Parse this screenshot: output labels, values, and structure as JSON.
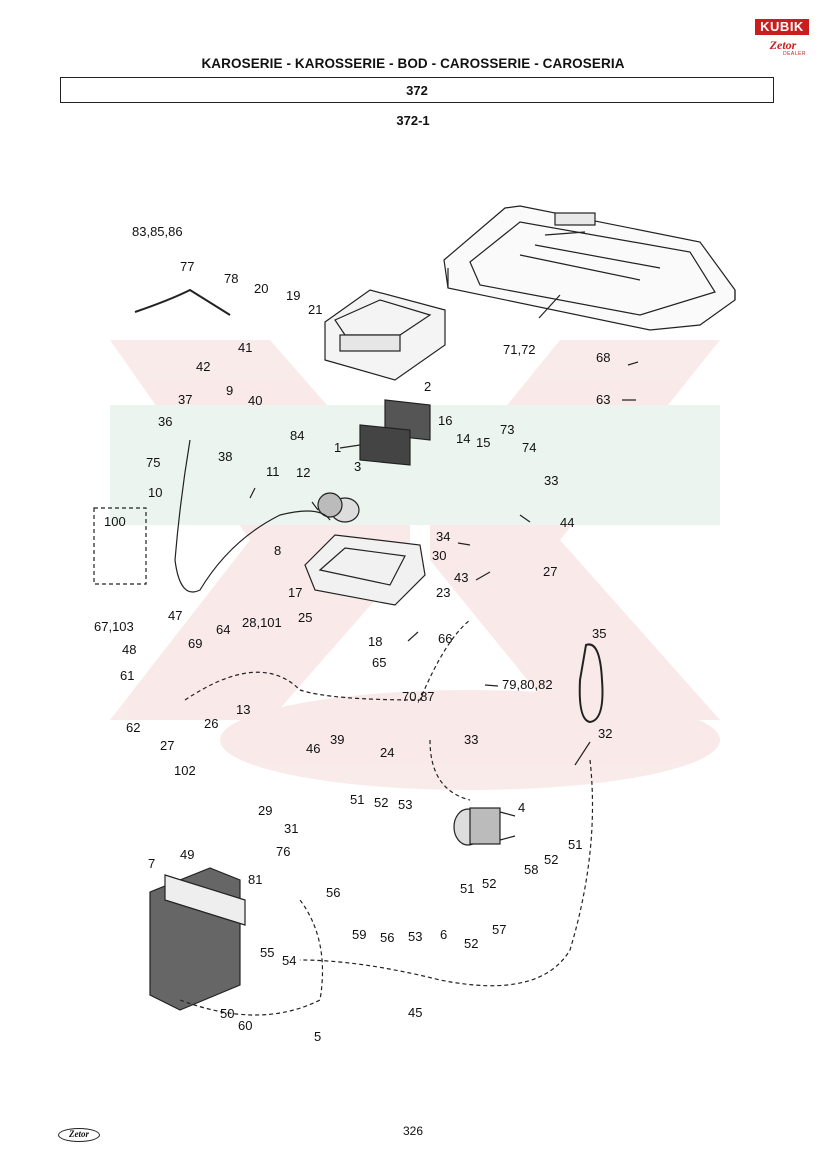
{
  "header": {
    "title": "KAROSERIE - KAROSSERIE - BOD   - CAROSSERIE - CAROSERIA",
    "section": "372",
    "subsection": "372-1"
  },
  "brand": {
    "top": "KUBIK",
    "bottom": "Zetor",
    "sub": "DEALER"
  },
  "part_labels": [
    "83,85,86",
    "77",
    "78",
    "20",
    "19",
    "21",
    "71,72",
    "41",
    "42",
    "68",
    "63",
    "9",
    "40",
    "37",
    "2",
    "36",
    "84",
    "38",
    "16",
    "14",
    "15",
    "73",
    "74",
    "1",
    "75",
    "3",
    "11",
    "12",
    "33",
    "10",
    "44",
    "100",
    "34",
    "30",
    "8",
    "43",
    "27",
    "17",
    "23",
    "47",
    "25",
    "67,103",
    "64",
    "28,101",
    "18",
    "66",
    "35",
    "48",
    "69",
    "65",
    "61",
    "79,80,82",
    "70,87",
    "13",
    "26",
    "62",
    "24",
    "32",
    "39",
    "33",
    "27",
    "46",
    "102",
    "4",
    "51",
    "52",
    "53",
    "29",
    "51",
    "31",
    "52",
    "58",
    "76",
    "7",
    "49",
    "56",
    "81",
    "51",
    "52",
    "59",
    "56",
    "53",
    "6",
    "57",
    "52",
    "55",
    "54",
    "45",
    "50",
    "60",
    "5"
  ],
  "footer": {
    "page": "326",
    "logo": "Zetor"
  }
}
